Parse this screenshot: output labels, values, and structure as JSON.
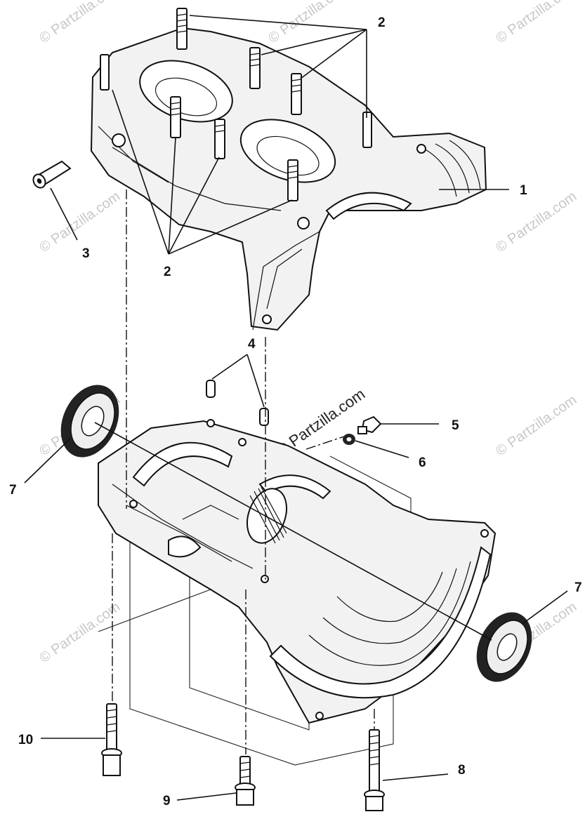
{
  "watermarks": {
    "corner": "© Partzilla.com",
    "center": "© Partzilla.com"
  },
  "callouts": {
    "c1": "1",
    "c2_top": "2",
    "c2_bottom": "2",
    "c3": "3",
    "c4": "4",
    "c5": "5",
    "c6": "6",
    "c7_left": "7",
    "c7_right": "7",
    "c8": "8",
    "c9": "9",
    "c10": "10"
  }
}
